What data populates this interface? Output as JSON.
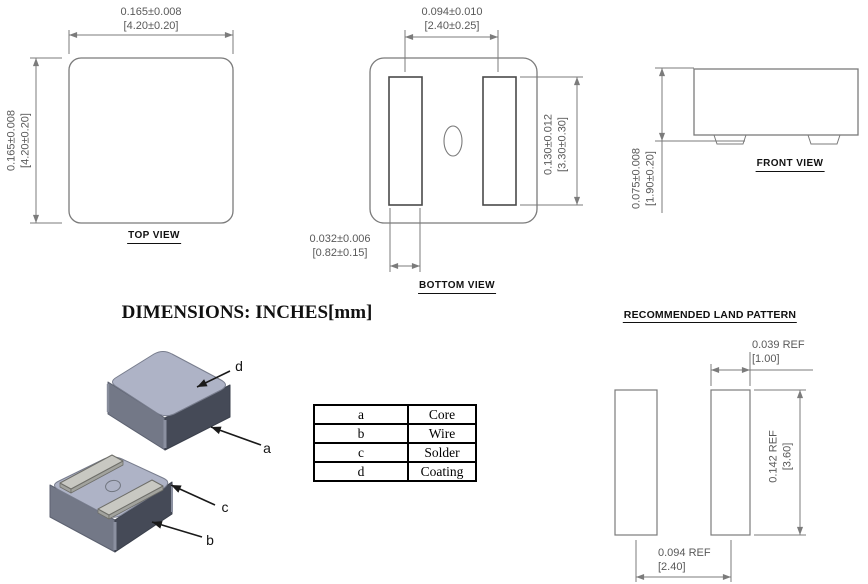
{
  "heading": {
    "text": "DIMENSIONS: INCHES[mm]"
  },
  "views": {
    "top": {
      "label": "TOP VIEW",
      "width_dim": {
        "inches": "0.165±0.008",
        "mm": "[4.20±0.20]"
      },
      "height_dim": {
        "inches": "0.165±0.008",
        "mm": "[4.20±0.20]"
      }
    },
    "bottom": {
      "label": "BOTTOM VIEW",
      "pad_spacing_dim": {
        "inches": "0.094±0.010",
        "mm": "[2.40±0.25]"
      },
      "pad_length_dim": {
        "inches": "0.130±0.012",
        "mm": "[3.30±0.30]"
      },
      "pad_width_dim": {
        "inches": "0.032±0.006",
        "mm": "[0.82±0.15]"
      }
    },
    "front": {
      "label": "FRONT VIEW",
      "height_dim": {
        "inches": "0.075±0.008",
        "mm": "[1.90±0.20]"
      }
    }
  },
  "legend": {
    "rows": [
      {
        "key": "a",
        "value": "Core"
      },
      {
        "key": "b",
        "value": "Wire"
      },
      {
        "key": "c",
        "value": "Solder"
      },
      {
        "key": "d",
        "value": "Coating"
      }
    ]
  },
  "land_pattern": {
    "label": "RECOMMENDED LAND PATTERN",
    "pad_width_dim": {
      "inches": "0.039  REF",
      "mm": "[1.00]"
    },
    "pad_length_dim": {
      "inches": "0.142  REF",
      "mm": "[3.60]"
    },
    "pad_pitch_dim": {
      "inches": "0.094  REF",
      "mm": "[2.40]"
    }
  },
  "callouts": {
    "a": "a",
    "b": "b",
    "c": "c",
    "d": "d"
  },
  "colors": {
    "drawing_line": "#7b7b7b",
    "dim_text": "#595959",
    "label_text": "#111111",
    "body_top": "#aeb3c6",
    "body_side": "#737887",
    "body_front": "#454a57",
    "edge_highlight": "#8b90a0",
    "pad_top": "#c8c8c2",
    "pad_side": "#a2a39e"
  }
}
